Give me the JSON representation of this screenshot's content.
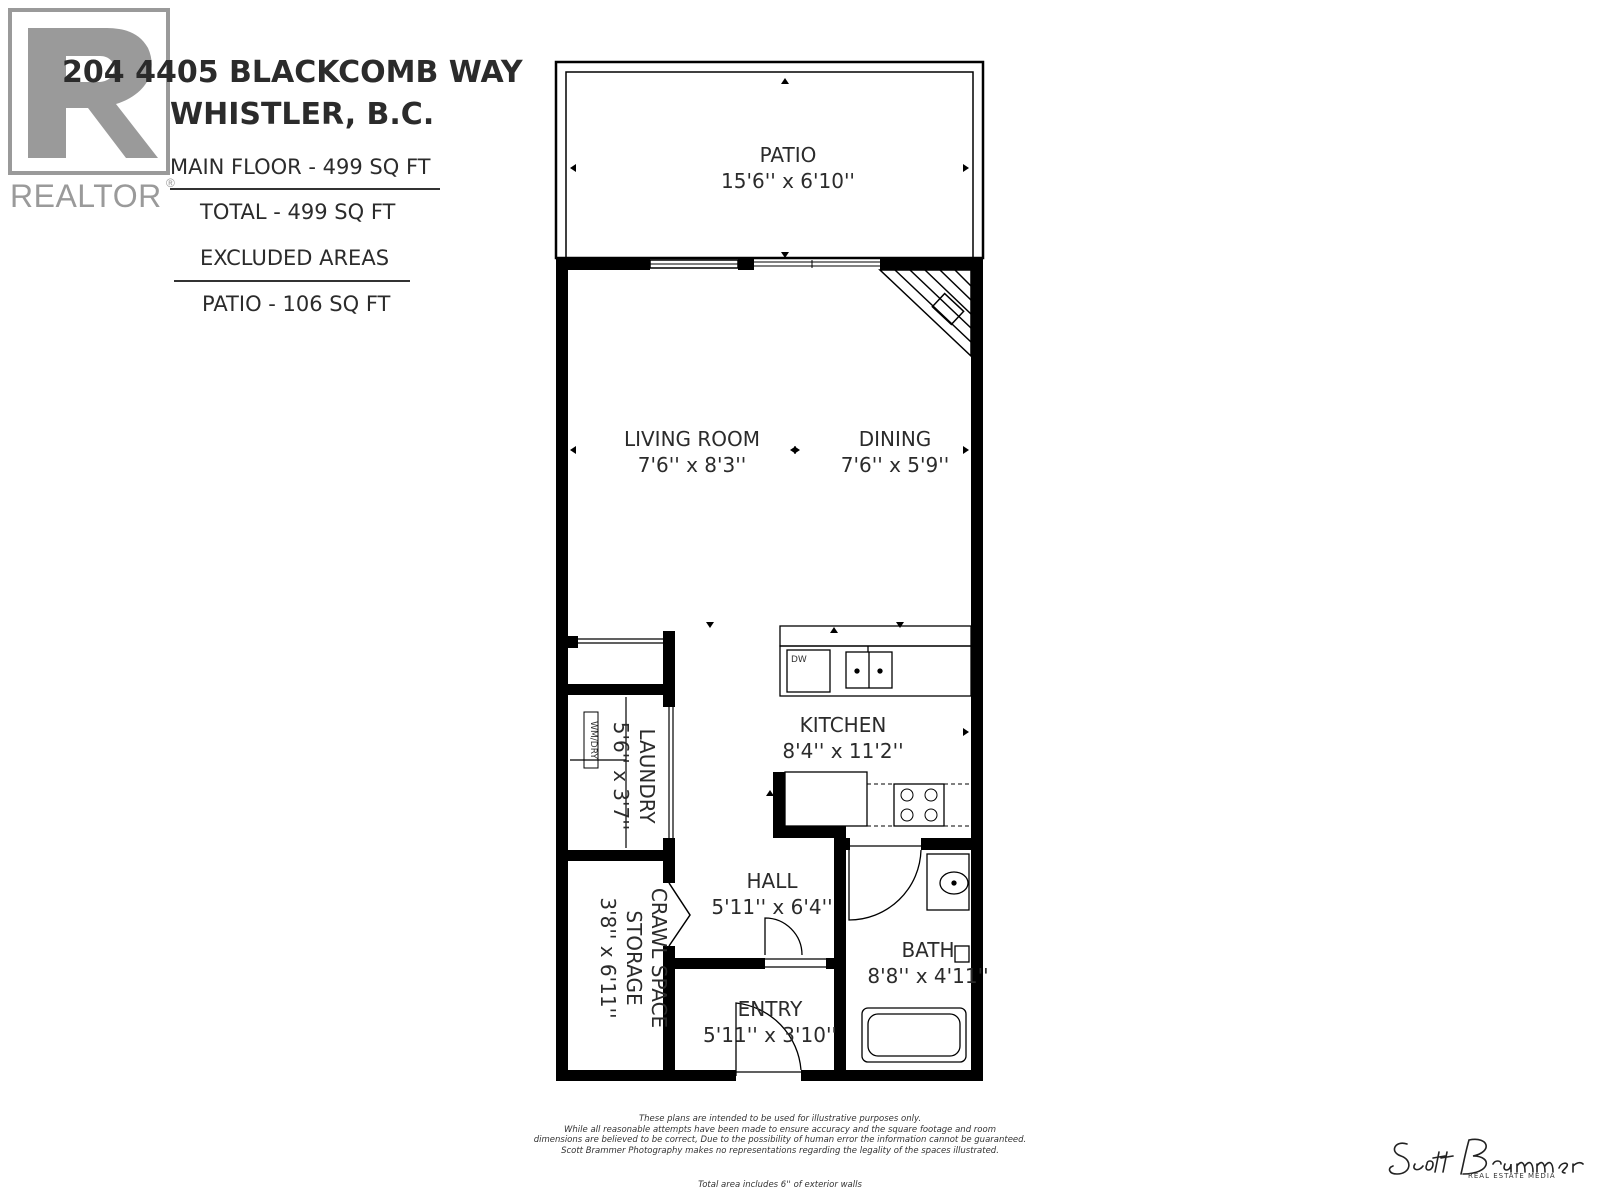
{
  "header": {
    "address_line1": "204 4405 BLACKCOMB WAY",
    "address_line2": "WHISTLER, B.C.",
    "main_floor": "MAIN FLOOR - 499 SQ FT",
    "total": "TOTAL - 499 SQ FT",
    "excluded_heading": "EXCLUDED AREAS",
    "patio_excluded": "PATIO - 106 SQ FT"
  },
  "logo": {
    "word": "REALTOR",
    "reg": "®",
    "color": "#9a9a9a"
  },
  "rooms": {
    "patio": {
      "name": "PATIO",
      "dims": "15'6'' x 6'10''"
    },
    "living": {
      "name": "LIVING ROOM",
      "dims": "7'6'' x 8'3''"
    },
    "dining": {
      "name": "DINING",
      "dims": "7'6'' x 5'9''"
    },
    "kitchen": {
      "name": "KITCHEN",
      "dims": "8'4'' x 11'2''"
    },
    "laundry": {
      "name": "LAUNDRY",
      "dims": "5'6'' x 3'7''",
      "appliance": "WM/DRY"
    },
    "hall": {
      "name": "HALL",
      "dims": "5'11'' x 6'4''"
    },
    "storage": {
      "name1": "CRAWL SPACE",
      "name2": "STORAGE",
      "dims": "3'8'' x 6'11''"
    },
    "bath": {
      "name": "BATH",
      "dims": "8'8'' x 4'11''"
    },
    "entry": {
      "name": "ENTRY",
      "dims": "5'11'' x 3'10''"
    }
  },
  "fixtures": {
    "dishwasher": "DW"
  },
  "disclaimer": {
    "line1": "These plans are intended to be used for illustrative purposes only.",
    "line2": "While all reasonable attempts have been made to ensure accuracy and the square footage and room",
    "line3": "dimensions are believed to be correct,  Due to the possibility of human error the information cannot be guaranteed.",
    "line4": "Scott Brammer Photography makes no representations regarding the legality of the spaces illustrated.",
    "total_note": "Total area includes 6'' of exterior walls"
  },
  "signature": {
    "name": "Scott Brammer",
    "subtitle": "REAL ESTATE MEDIA"
  },
  "colors": {
    "wall": "#000000",
    "text": "#2b2b2b",
    "logo": "#9a9a9a"
  }
}
